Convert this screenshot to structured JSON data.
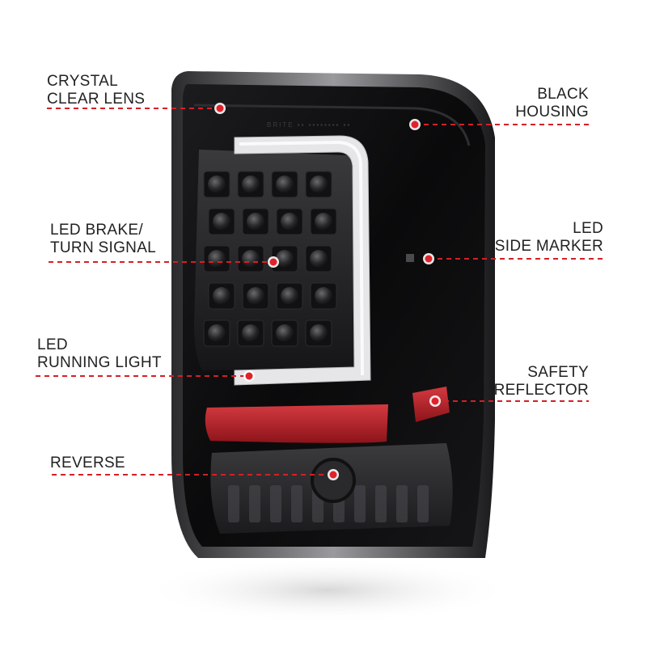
{
  "callouts": {
    "crystal_clear_lens": {
      "lines": [
        "CRYSTAL",
        "CLEAR LENS"
      ]
    },
    "black_housing": {
      "lines": [
        "BLACK",
        "HOUSING"
      ]
    },
    "led_brake_turn": {
      "lines": [
        "LED BRAKE/",
        "TURN SIGNAL"
      ]
    },
    "led_side_marker": {
      "lines": [
        "LED",
        "SIDE MARKER"
      ]
    },
    "led_running_light": {
      "lines": [
        "LED",
        "RUNNING LIGHT"
      ]
    },
    "safety_reflector": {
      "lines": [
        "SAFETY",
        "REFLECTOR"
      ]
    },
    "reverse": {
      "lines": [
        "REVERSE"
      ]
    }
  },
  "colors": {
    "callout_line": "#d32027",
    "callout_dot": "#e0222b",
    "housing": "#0b0b0c",
    "reflector": "#b01c24",
    "light_bar": "#e8e8e8"
  }
}
